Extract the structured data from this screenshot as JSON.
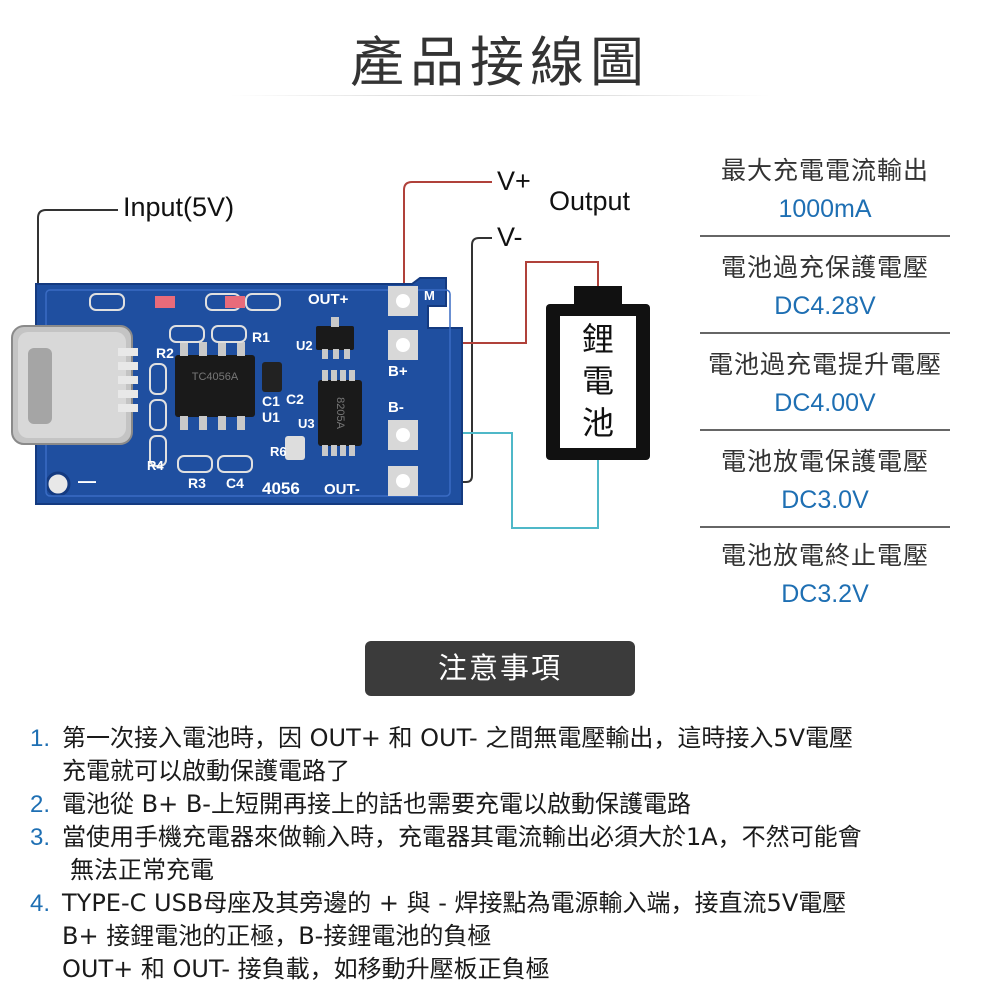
{
  "title": "產品接線圖",
  "labels": {
    "input": "Input(5V)",
    "vplus": "V+",
    "vminus": "V-",
    "output": "Output",
    "battery": [
      "鋰",
      "電",
      "池"
    ]
  },
  "board": {
    "out_plus": "OUT+",
    "out_minus": "OUT-",
    "b_plus": "B+",
    "b_minus": "B-",
    "model": "4056",
    "chip1": "TC4056A",
    "chip2": "8205A",
    "r1": "R1",
    "r2": "R2",
    "r3": "R3",
    "r4": "R4",
    "r6": "R6",
    "c1": "C1",
    "c2": "C2",
    "c4": "C4",
    "u1": "U1",
    "u2": "U2",
    "u3": "U3",
    "m": "M"
  },
  "specs": [
    {
      "label": "最大充電電流輸出",
      "value": "1000mA"
    },
    {
      "label": "電池過充保護電壓",
      "value": "DC4.28V"
    },
    {
      "label": "電池過充電提升電壓",
      "value": "DC4.00V"
    },
    {
      "label": "電池放電保護電壓",
      "value": "DC3.0V"
    },
    {
      "label": "電池放電終止電壓",
      "value": "DC3.2V"
    }
  ],
  "notes_title": "注意事項",
  "notes": [
    {
      "num": "1.",
      "lines": [
        "第一次接入電池時，因 OUT+ 和 OUT- 之間無電壓輸出，這時接入5V電壓",
        "充電就可以啟動保護電路了"
      ]
    },
    {
      "num": "2.",
      "lines": [
        "電池從 B+ B-上短開再接上的話也需要充電以啟動保護電路"
      ]
    },
    {
      "num": "3.",
      "lines": [
        "當使用手機充電器來做輸入時，充電器其電流輸出必須大於1A，不然可能會",
        "無法正常充電"
      ]
    },
    {
      "num": "4.",
      "lines": [
        "TYPE-C USB母座及其旁邊的 + 與 - 焊接點為電源輸入端，接直流5V電壓",
        "B+ 接鋰電池的正極，B-接鋰電池的負極",
        "OUT+ 和 OUT- 接負載，如移動升壓板正負極"
      ]
    }
  ],
  "colors": {
    "pcb": "#1f4fa0",
    "pcb_dark": "#143a80",
    "wire_red": "#b0413a",
    "wire_cyan": "#4fb8c8",
    "wire_dark": "#333333",
    "accent_blue": "#1e6fb3"
  }
}
